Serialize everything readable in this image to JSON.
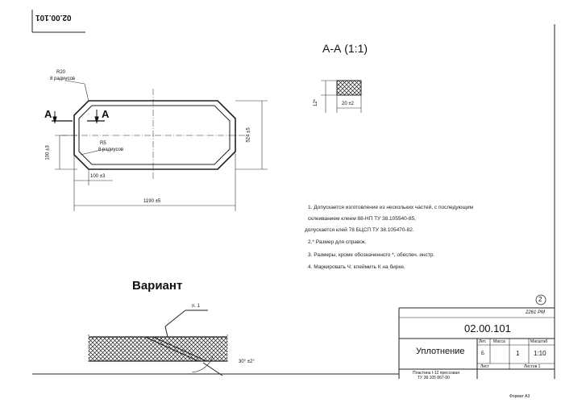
{
  "corner_stamp": "02.00.101",
  "drawing": {
    "radius_outer": "R20",
    "radius_outer_note": "8 радиусов",
    "radius_inner": "R5",
    "radius_inner_note": "8 радиусов",
    "section_marker": "A",
    "dim_height_left": "100 ±3",
    "dim_height_total": "524 ±5",
    "dim_bottom_short": "100 ±3",
    "dim_width_total": "1190 ±5"
  },
  "section": {
    "title": "А-А (1:1)",
    "dim_height": "12*",
    "dim_width": "20 ±2"
  },
  "notes": [
    "1.  Допускается изготовление из нескольких частей, с последующим",
    "склеиванием клеем 88-НП ТУ 38.105540-85,",
    "допускается  клей 78 БЦСП ТУ 38.105470-82.",
    "2.* Размер для справок.",
    "3. Размеры, кроме обозначенного *, обеспеч. инстр.",
    "4. Маркировать Ч; клеймить К на бирке."
  ],
  "variant": {
    "title": "Вариант",
    "callout": "п. 1",
    "angle": "30° ±2°"
  },
  "title_block": {
    "circle_mark": "2",
    "signature": "2261 РМ",
    "doc_number": "02.00.101",
    "part_name": "Уплотнение",
    "col_lit": "Лит.",
    "col_mass": "Масса",
    "col_scale": "Масштаб",
    "lit_value": "Б",
    "mass_value": "1",
    "scale_value": "1:10",
    "sheet_label": "Лист",
    "sheets_label": "Листов 1",
    "material_line1": "Пластина I-12 прессовая",
    "material_line2": "ТУ 38.105 867-90",
    "format": "Формат А3"
  }
}
